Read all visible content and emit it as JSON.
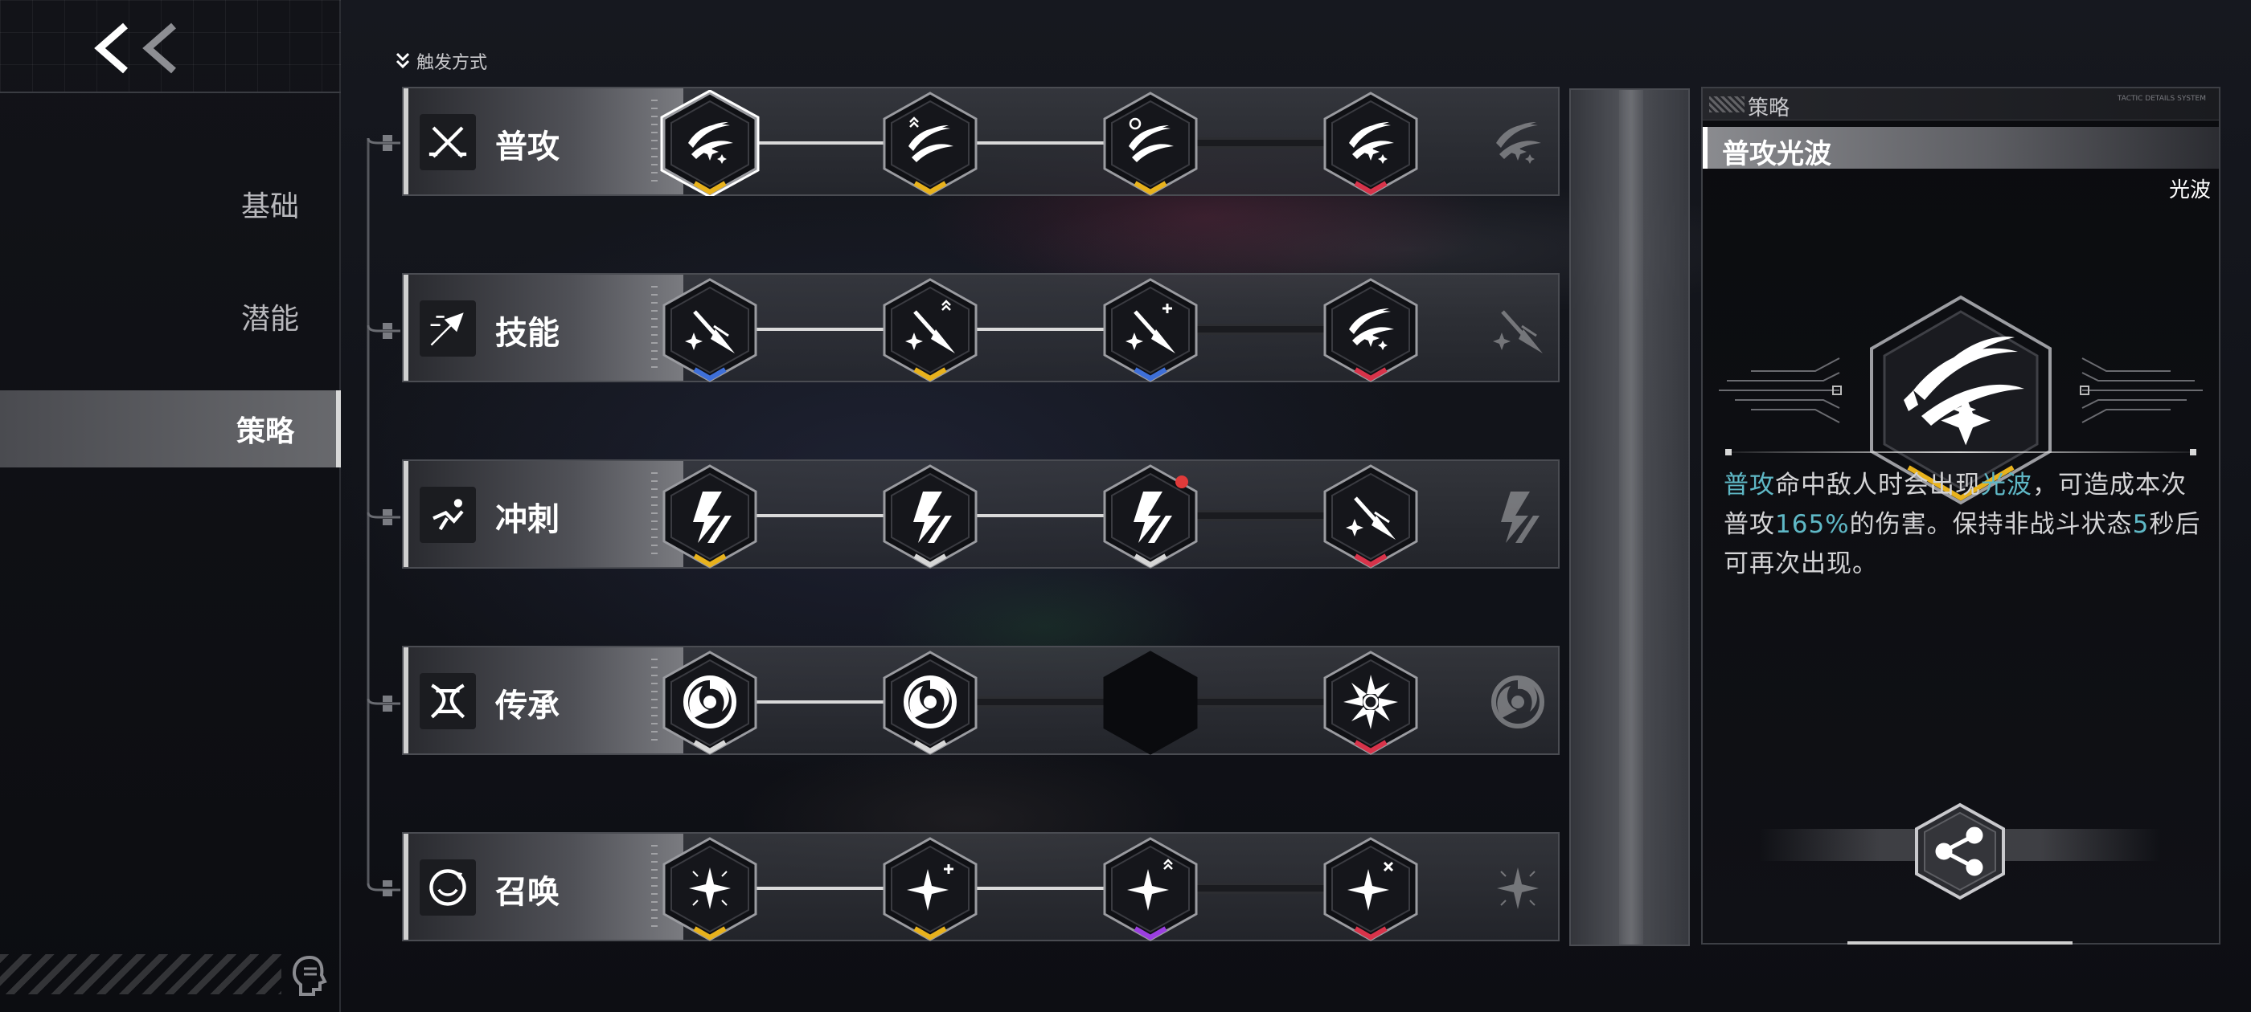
{
  "sidebar": {
    "back_label": "<<",
    "items": [
      {
        "label": "基础",
        "active": false
      },
      {
        "label": "潜能",
        "active": false
      },
      {
        "label": "策略",
        "active": true
      }
    ]
  },
  "header": {
    "trigger_label": "触发方式",
    "trigger_icon": "double-chevron-down-icon"
  },
  "rows": [
    {
      "label": "普攻",
      "icon": "crossed-swords-icon",
      "nodes": [
        {
          "icon": "feather-slash-sparkle",
          "level": "gold",
          "selected": true
        },
        {
          "icon": "feather-slash-up",
          "level": "gold"
        },
        {
          "icon": "feather-slash-swirl",
          "level": "gold"
        },
        {
          "icon": "feather-slash-sparkle",
          "level": "red"
        }
      ]
    },
    {
      "label": "技能",
      "icon": "arrow-burst-icon",
      "nodes": [
        {
          "icon": "spear-sparkle",
          "level": "blue"
        },
        {
          "icon": "spear-up",
          "level": "gold"
        },
        {
          "icon": "spear-plus",
          "level": "blue"
        },
        {
          "icon": "feather-slash-sparkle",
          "level": "red"
        }
      ]
    },
    {
      "label": "冲刺",
      "icon": "dash-runner-icon",
      "nodes": [
        {
          "icon": "lightning-bolt",
          "level": "gold"
        },
        {
          "icon": "lightning-bolt",
          "level": "white"
        },
        {
          "icon": "lightning-bolt",
          "level": "white",
          "badge": true
        },
        {
          "icon": "spear-sparkle",
          "level": "red"
        }
      ]
    },
    {
      "label": "传承",
      "icon": "dna-helix-icon",
      "nodes": [
        {
          "icon": "vortex",
          "level": "white"
        },
        {
          "icon": "vortex",
          "level": "white"
        },
        {
          "icon": "empty-slot",
          "level": "none"
        },
        {
          "icon": "spiral-burst",
          "level": "red"
        }
      ]
    },
    {
      "label": "召唤",
      "icon": "summon-circle-icon",
      "nodes": [
        {
          "icon": "star-sparkle",
          "level": "gold"
        },
        {
          "icon": "star-sparkle-plus",
          "level": "gold"
        },
        {
          "icon": "star-sparkle-up",
          "level": "purple"
        },
        {
          "icon": "star-sparkle-x",
          "level": "red"
        }
      ]
    }
  ],
  "detail": {
    "section_label": "策略",
    "tiny_text": "TACTIC DETAILS SYSTEM",
    "skill_name": "普攻光波",
    "skill_tag": "光波",
    "icon": "feather-slash-sparkle-icon",
    "desc": [
      {
        "text": "普攻",
        "hl": true
      },
      {
        "text": "命中敌人时会出现",
        "hl": false
      },
      {
        "text": "光波",
        "hl": true
      },
      {
        "text": "，可造成本次普攻",
        "hl": false
      },
      {
        "text": "165%",
        "hl": true
      },
      {
        "text": "的伤害。保持非战斗状态",
        "hl": false
      },
      {
        "text": "5",
        "hl": true
      },
      {
        "text": "秒后可再次出现。",
        "hl": false
      }
    ],
    "share_icon": "share-icon"
  },
  "colors": {
    "gold": "#e8b21c",
    "red": "#d8334a",
    "blue": "#3e6fd8",
    "purple": "#9b3ee0",
    "white": "#d6d6d6",
    "highlight": "#5fb8c6"
  }
}
